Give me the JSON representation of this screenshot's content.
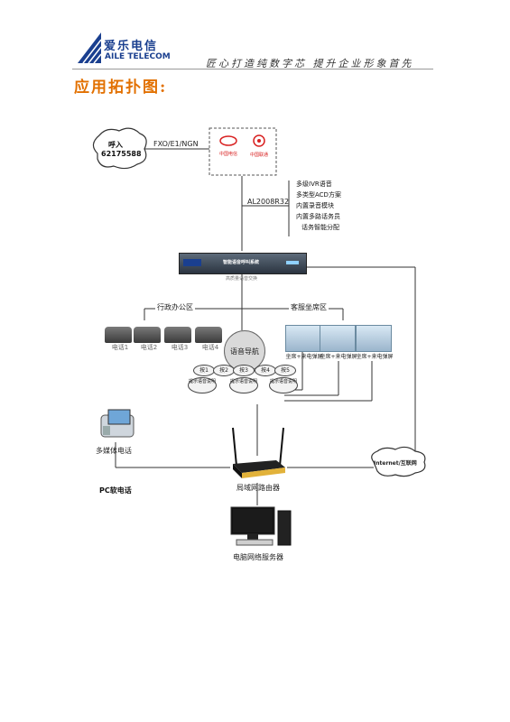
{
  "header": {
    "logo_cn": "爱乐电信",
    "logo_en": "AILE TELECOM",
    "slogan": "匠心打造纯数字芯  提升企业形象首先"
  },
  "section_title": "应用拓扑图:",
  "nodes": {
    "caller_line1": "呼入",
    "caller_line2": "62175588",
    "link_label": "FXO/E1/NGN",
    "carrier_box_label_cn1": "中国电信",
    "carrier_box_label_cn2": "中国联通",
    "device_model": "AL2008R32",
    "device_panel_label": "智能语音呼叫系统",
    "device_caption": "高质量语音交换",
    "admin_area": "行政办公区",
    "service_area": "客服坐席区",
    "phones": [
      "电话1",
      "电话2",
      "电话3",
      "电话4"
    ],
    "voice_nav": "语音导航",
    "keys": [
      "按1",
      "按2",
      "按3",
      "按4",
      "按5"
    ],
    "prompts": [
      "提示语音说明",
      "提示语音说明",
      "提示语音说明"
    ],
    "seats": [
      "坐席+来电弹屏",
      "坐席+来电弹屏",
      "坐席+来电弹屏"
    ],
    "multimedia_phone": "多媒体电话",
    "soft_phone": "PC软电话",
    "router": "局域网路由器",
    "internet": "Internet/互联网",
    "server": "电脑网络服务器"
  },
  "features": [
    "多级IVR语音",
    "多类型ACD方案",
    "内置录音模块",
    "内置多路话务员",
    "话务智能分配"
  ],
  "colors": {
    "title_orange": "#e27000",
    "brand_blue": "#1a3f8f"
  }
}
